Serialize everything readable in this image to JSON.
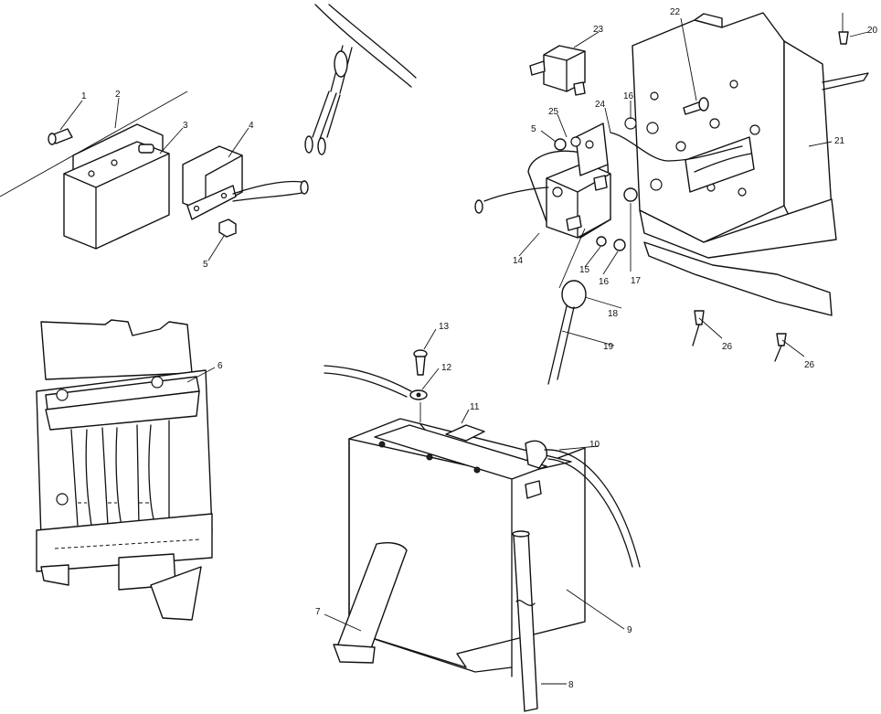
{
  "callouts": [
    {
      "label": "1"
    },
    {
      "label": "2"
    },
    {
      "label": "3"
    },
    {
      "label": "4"
    },
    {
      "label": "5"
    },
    {
      "label": "5"
    },
    {
      "label": "6"
    },
    {
      "label": "7"
    },
    {
      "label": "8"
    },
    {
      "label": "9"
    },
    {
      "label": "10"
    },
    {
      "label": "11"
    },
    {
      "label": "12"
    },
    {
      "label": "13"
    },
    {
      "label": "14"
    },
    {
      "label": "15"
    },
    {
      "label": "16"
    },
    {
      "label": "16"
    },
    {
      "label": "17"
    },
    {
      "label": "18"
    },
    {
      "label": "19"
    },
    {
      "label": "20"
    },
    {
      "label": "21"
    },
    {
      "label": "22"
    },
    {
      "label": "23"
    },
    {
      "label": "24"
    },
    {
      "label": "25"
    },
    {
      "label": "26"
    },
    {
      "label": "26"
    }
  ]
}
